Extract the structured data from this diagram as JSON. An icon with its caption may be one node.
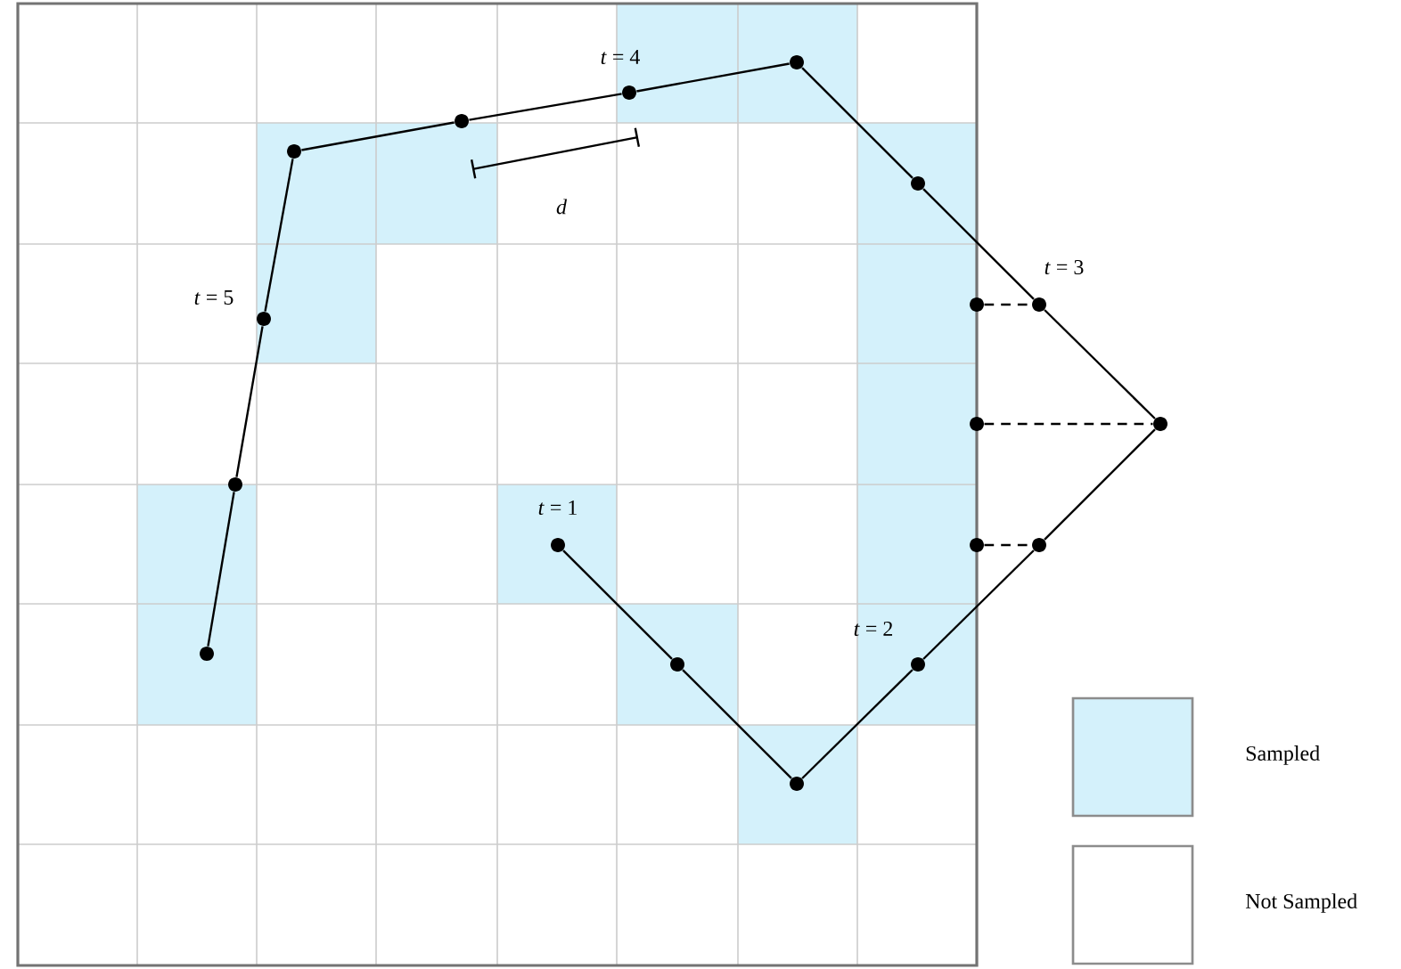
{
  "diagram": {
    "nodes": [
      {
        "text": [],
        "shape": "circle",
        "beside": [
          "*t* = 1"
        ]
      },
      {
        "text": [],
        "shape": "circle"
      },
      {
        "text": [],
        "shape": "circle"
      },
      {
        "text": [],
        "shape": "circle",
        "beside": [
          "*t* = 2"
        ]
      },
      {
        "text": [],
        "shape": "circle"
      },
      {
        "text": [],
        "shape": "circle"
      },
      {
        "text": [],
        "shape": "circle",
        "beside": [
          "*t* = 3"
        ]
      },
      {
        "text": [],
        "shape": "circle"
      },
      {
        "text": [],
        "shape": "circle"
      },
      {
        "text": [],
        "shape": "circle",
        "beside": [
          "*t* = 4"
        ]
      },
      {
        "text": [],
        "shape": "circle"
      },
      {
        "text": [],
        "shape": "circle"
      },
      {
        "text": [],
        "shape": "circle",
        "beside": [
          "*t* = 5"
        ]
      },
      {
        "text": [],
        "shape": "circle"
      },
      {
        "text": [],
        "shape": "circle"
      },
      {
        "text": [],
        "shape": "circle"
      },
      {
        "text": [],
        "shape": "circle"
      },
      {
        "text": [],
        "shape": "circle"
      }
    ],
    "edges": [
      {
        "from": 0,
        "to": 1,
        "arrow": "none"
      },
      {
        "from": 1,
        "to": 2,
        "arrow": "none"
      },
      {
        "from": 2,
        "to": 3,
        "arrow": "none"
      },
      {
        "from": 3,
        "to": 4,
        "arrow": "none"
      },
      {
        "from": 4,
        "to": 5,
        "arrow": "none"
      },
      {
        "from": 5,
        "to": 6,
        "arrow": "none"
      },
      {
        "from": 6,
        "to": 7,
        "arrow": "none"
      },
      {
        "from": 7,
        "to": 8,
        "arrow": "none"
      },
      {
        "from": 8,
        "to": 9,
        "arrow": "none"
      },
      {
        "from": 9,
        "to": 10,
        "arrow": "none"
      },
      {
        "from": 10,
        "to": 11,
        "arrow": "none"
      },
      {
        "from": 11,
        "to": 12,
        "arrow": "none"
      },
      {
        "from": 12,
        "to": 13,
        "arrow": "none"
      },
      {
        "from": 13,
        "to": 14,
        "arrow": "none"
      },
      {
        "from": 15,
        "to": 6,
        "arrow": "none",
        "style": "dashed"
      },
      {
        "from": 16,
        "to": 5,
        "arrow": "none",
        "style": "dashed"
      },
      {
        "from": 17,
        "to": 4,
        "arrow": "none",
        "style": "dashed"
      }
    ],
    "labels": [
      "d"
    ],
    "legend": [
      {
        "text": "Sampled",
        "color": "#d4f1fb"
      },
      {
        "text": "Not Sampled"
      }
    ]
  }
}
